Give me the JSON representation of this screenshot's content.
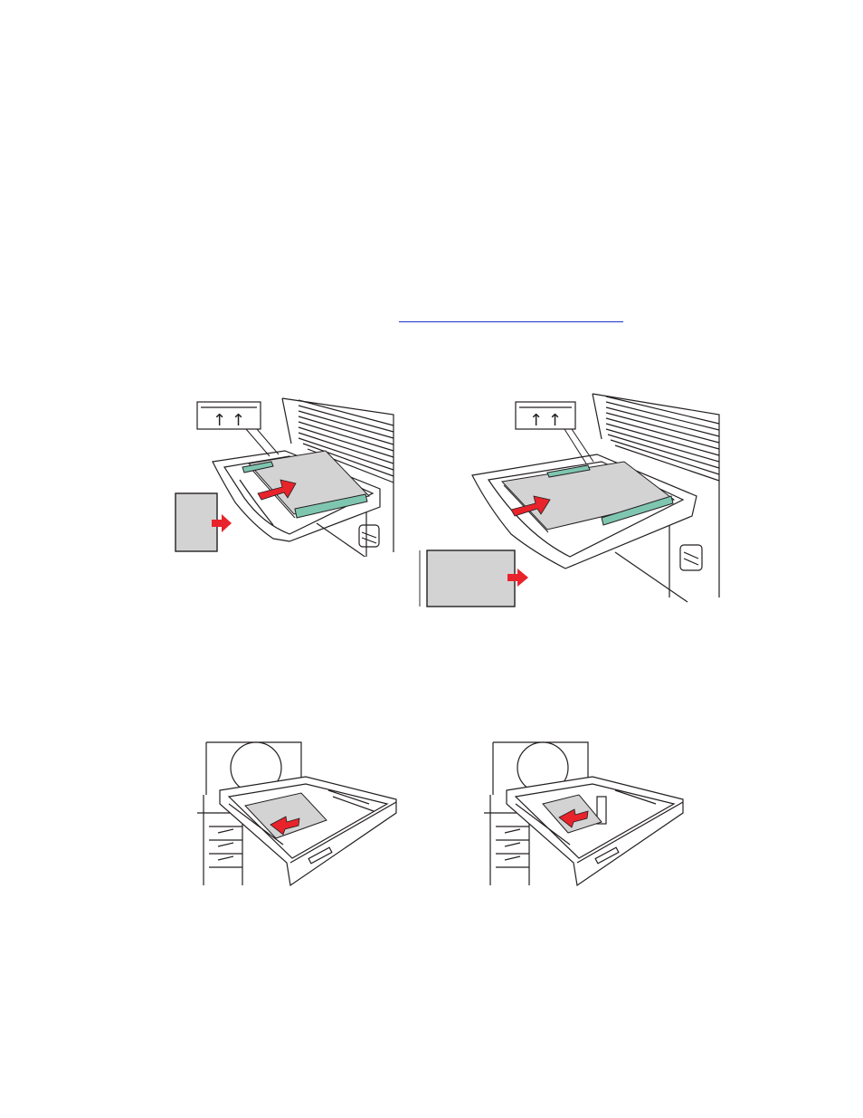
{
  "link": {
    "label": ""
  },
  "figures": [
    {
      "id": "bypass-tray-long-edge",
      "icon": "bypass-tray-illustration",
      "arrow_label": "↑  ↑"
    },
    {
      "id": "bypass-tray-short-edge",
      "icon": "bypass-tray-illustration",
      "arrow_label": "↑  ↑"
    },
    {
      "id": "drawer-tray-long-edge",
      "icon": "paper-drawer-illustration"
    },
    {
      "id": "drawer-tray-short-edge",
      "icon": "paper-drawer-illustration"
    }
  ],
  "colors": {
    "arrow": "#e8232b",
    "paper": "#d3d3d3",
    "guide": "#7fc6b0",
    "line": "#231f20",
    "link": "#1a33cc"
  }
}
